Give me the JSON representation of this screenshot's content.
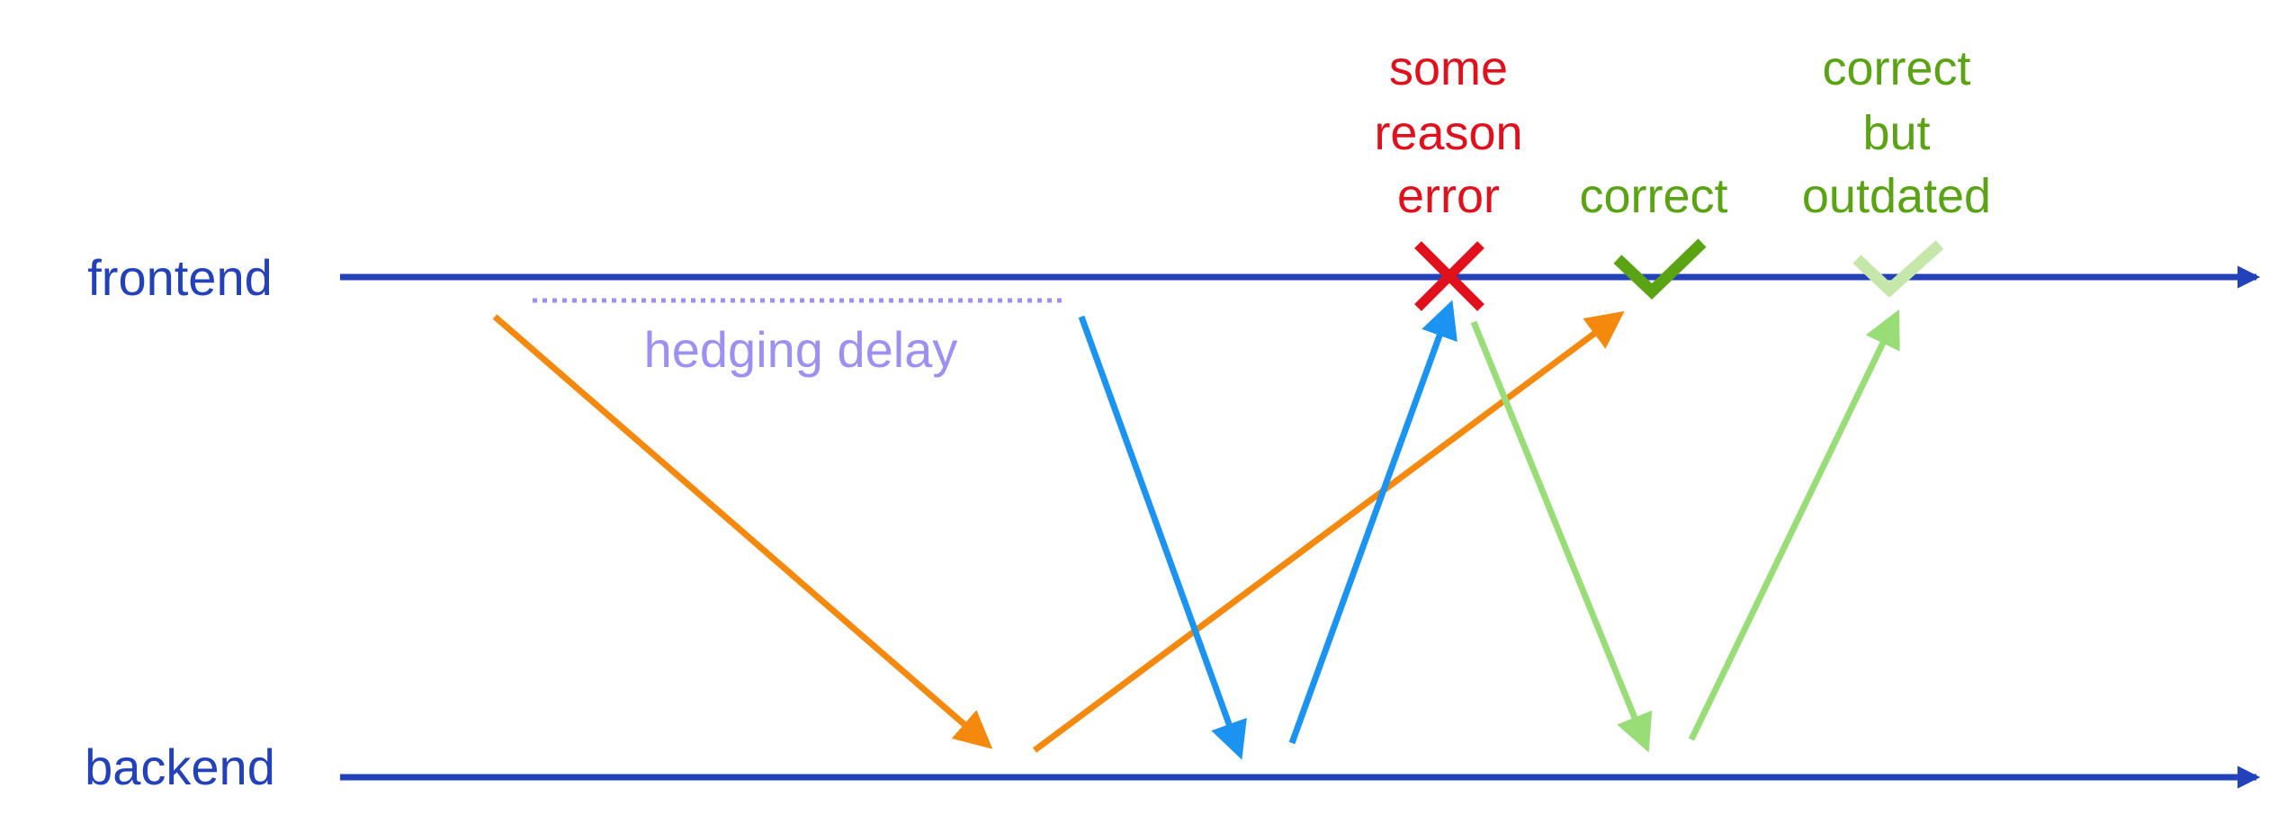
{
  "lanes": {
    "frontend": "frontend",
    "backend": "backend"
  },
  "annotations": {
    "hedging_delay": "hedging delay",
    "error": [
      "some",
      "reason",
      "error"
    ],
    "correct": "correct",
    "outdated": [
      "correct",
      "but",
      "outdated"
    ]
  },
  "colors": {
    "lane": "#2341b8",
    "request_1": "#f5890e",
    "request_2": "#1a94f0",
    "request_3": "#99dd77",
    "hedging": "#9c90f2",
    "error": "#e0101c",
    "correct": "#5aa313",
    "outdated_mark": "#c5e8aa"
  },
  "icons": {
    "error_mark": "cross-icon",
    "correct_mark": "checkmark-icon",
    "outdated_mark": "checkmark-icon"
  }
}
